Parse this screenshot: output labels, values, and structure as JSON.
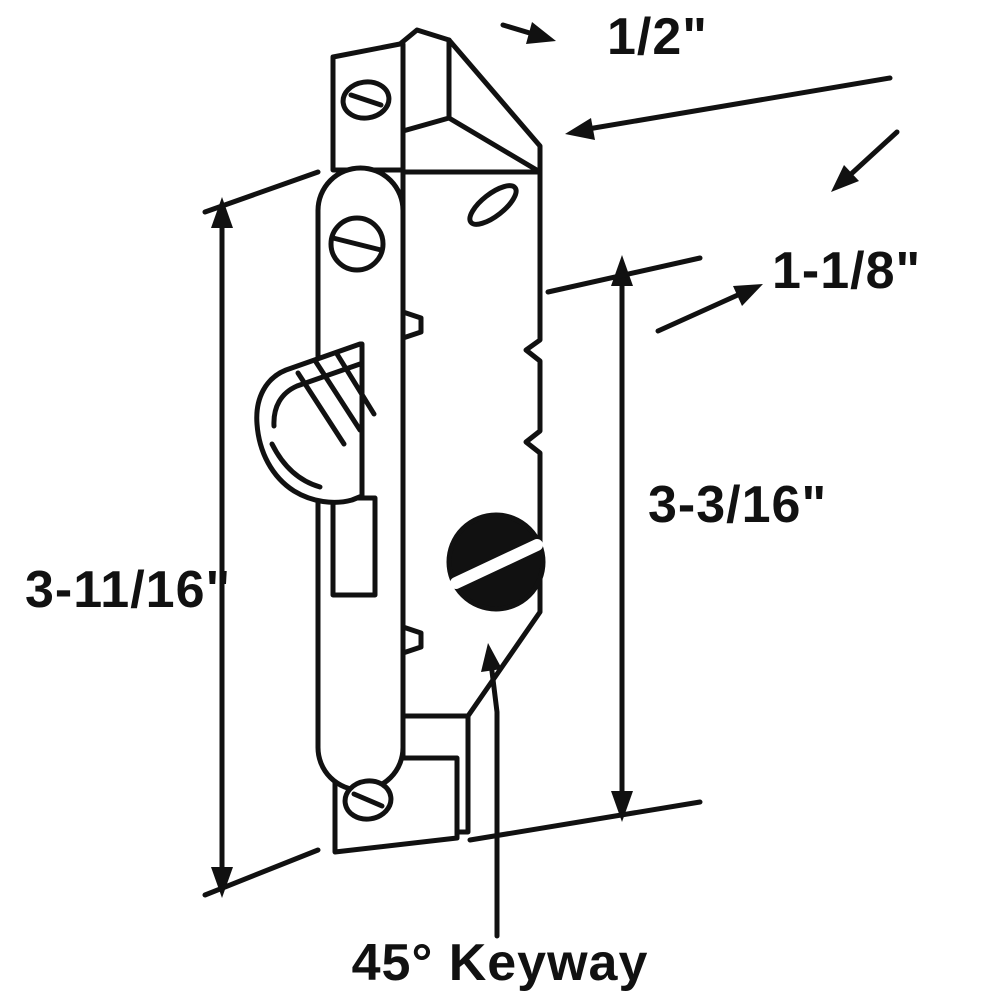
{
  "diagram": {
    "subject": "Sliding glass door mortise lock with hook latch, dimension drawing",
    "colors": {
      "line": "#111111",
      "background": "#ffffff",
      "keyway_fill": "#111111"
    },
    "dimensions": {
      "top": "1/2\"",
      "upper_right": "1-1/8\"",
      "case_height": "3-3/16\"",
      "overall_height": "3-11/16\"",
      "keyway": "45° Keyway"
    }
  }
}
